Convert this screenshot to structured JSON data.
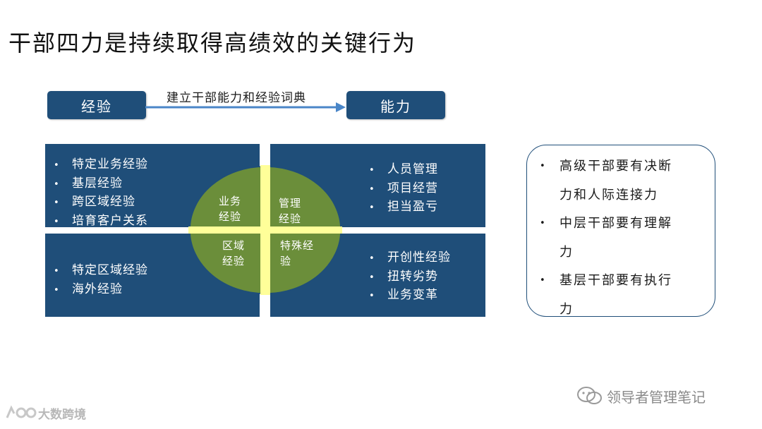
{
  "title": "干部四力是持续取得高绩效的关键行为",
  "flow": {
    "left_label": "经验",
    "right_label": "能力",
    "arrow_label": "建立干部能力和经验词典"
  },
  "quadrants": {
    "top_left": [
      "特定业务经验",
      "基层经验",
      "跨区域经验",
      "培育客户关系"
    ],
    "top_right": [
      "人员管理",
      "项目经营",
      "担当盈亏"
    ],
    "bottom_left": [
      "特定区域经验",
      "海外经验"
    ],
    "bottom_right": [
      "开创性经验",
      "扭转劣势",
      "业务变革"
    ]
  },
  "center": {
    "tl": [
      "业务",
      "经验"
    ],
    "tr": [
      "管理",
      "经验"
    ],
    "bl": [
      "区域",
      "经验"
    ],
    "br": [
      "特殊经",
      "验"
    ]
  },
  "right_box": [
    [
      "高级干部要有决断",
      "力和人际连接力"
    ],
    [
      "中层干部要有理解",
      "力"
    ],
    [
      "基层干部要有执行",
      "力"
    ]
  ],
  "watermarks": {
    "right": "领导者管理笔记",
    "left": "大数跨境"
  },
  "colors": {
    "navy": "#1f4e79",
    "olive": "#6b8e3a",
    "cross_yellow": "#ffff99",
    "arrow_blue": "#4a86c8"
  }
}
